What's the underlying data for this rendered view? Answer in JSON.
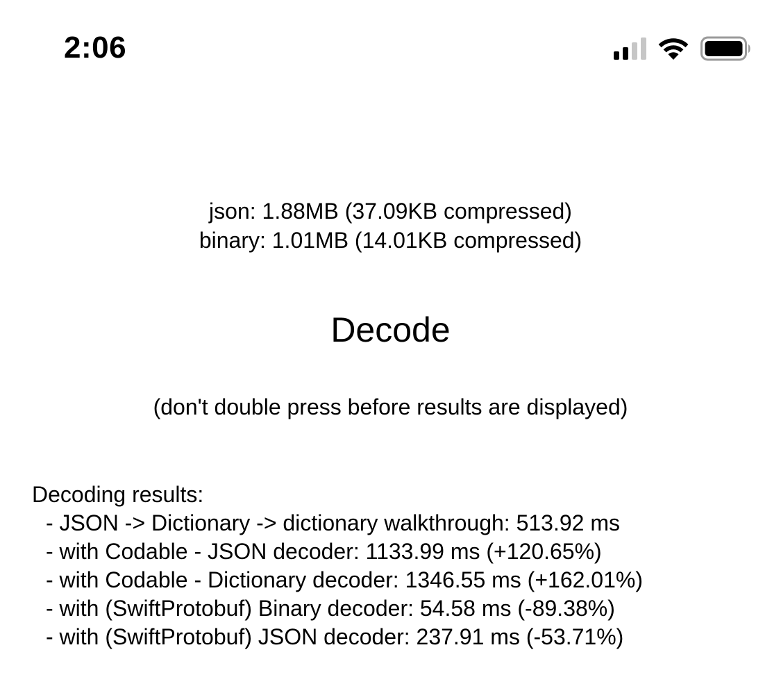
{
  "status_bar": {
    "time": "2:06",
    "icons": [
      "cellular-signal-icon",
      "wifi-icon",
      "battery-icon"
    ]
  },
  "sizes": {
    "json": "json: 1.88MB (37.09KB compressed)",
    "binary": "binary: 1.01MB (14.01KB compressed)"
  },
  "decode": {
    "button_label": "Decode",
    "note": "(don't double press before results are displayed)"
  },
  "results": {
    "heading": "Decoding results:",
    "lines": [
      "- JSON -> Dictionary -> dictionary walkthrough: 513.92 ms",
      "- with Codable - JSON decoder: 1133.99 ms (+120.65%)",
      "- with Codable - Dictionary decoder: 1346.55 ms (+162.01%)",
      "- with (SwiftProtobuf) Binary decoder: 54.58 ms (-89.38%)",
      "- with (SwiftProtobuf) JSON decoder: 237.91 ms (-53.71%)"
    ]
  },
  "colors": {
    "text": "#000000",
    "background": "#ffffff",
    "inactive_signal": "#c6c6c6"
  }
}
